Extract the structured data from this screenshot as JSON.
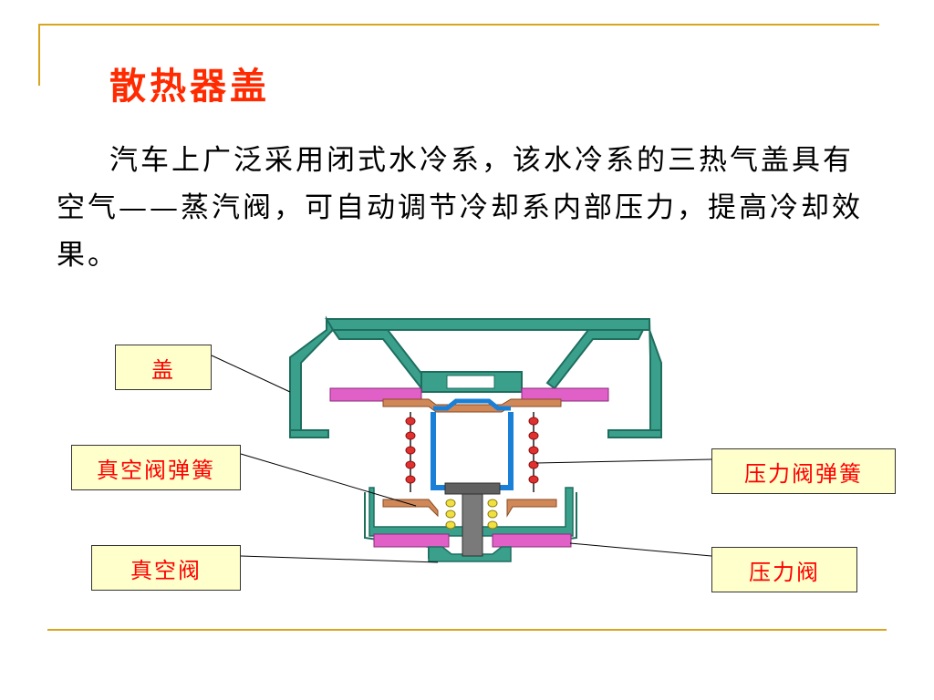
{
  "slide": {
    "title": "散热器盖",
    "body": "汽车上广泛采用闭式水冷系，该水冷系的三热气盖具有空气——蒸汽阀，可自动调节冷却系内部压力，提高冷却效果。"
  },
  "diagram": {
    "labels": {
      "cap": "盖",
      "vacuum_spring": "真空阀弹簧",
      "vacuum_valve": "真空阀",
      "pressure_spring": "压力阀弹簧",
      "pressure_valve": "压力阀"
    },
    "colors": {
      "outer_cap": "#3aa08c",
      "seal": "#e060c8",
      "inner_tube": "#1a7fd6",
      "gasket": "#d08858",
      "spring_red": "#e03030",
      "spring_yellow": "#f0e040",
      "stem": "#707070"
    }
  }
}
